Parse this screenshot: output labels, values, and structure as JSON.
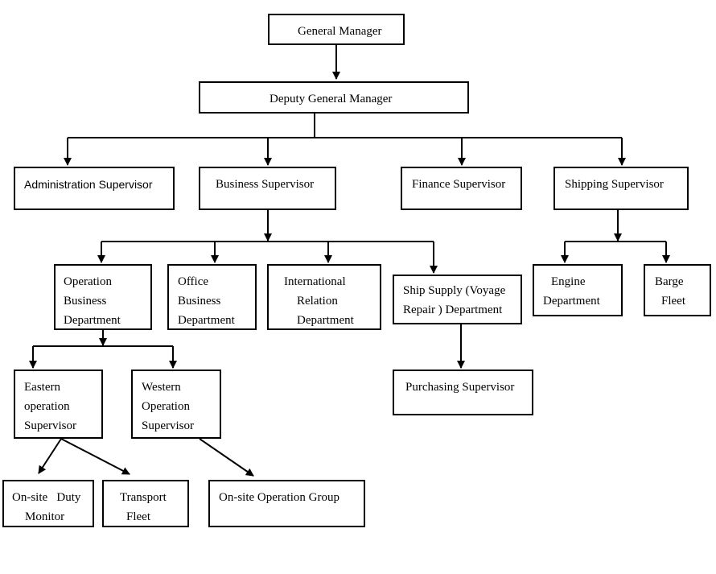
{
  "colors": {
    "line": "#000000",
    "background": "#ffffff",
    "text": "#000000"
  },
  "nodes": {
    "general_manager": {
      "lines": [
        "General Manager"
      ]
    },
    "deputy_general_manager": {
      "lines": [
        "Deputy General Manager"
      ]
    },
    "administration_supervisor": {
      "lines": [
        "Administration Supervisor"
      ]
    },
    "business_supervisor": {
      "lines": [
        "Business Supervisor"
      ]
    },
    "finance_supervisor": {
      "lines": [
        "Finance Supervisor"
      ]
    },
    "shipping_supervisor": {
      "lines": [
        "Shipping Supervisor"
      ]
    },
    "operation_business_department": {
      "lines": [
        "Operation",
        "Business",
        "Department"
      ]
    },
    "office_business_department": {
      "lines": [
        "Office",
        "Business",
        "Department"
      ]
    },
    "international_relation_department": {
      "lines": [
        "International",
        "Relation",
        "Department"
      ]
    },
    "ship_supply_department": {
      "lines": [
        "Ship Supply (Voyage",
        "Repair ) Department"
      ]
    },
    "engine_department": {
      "lines": [
        "Engine",
        "Department"
      ]
    },
    "barge_fleet": {
      "lines": [
        "Barge",
        "Fleet"
      ]
    },
    "eastern_operation_supervisor": {
      "lines": [
        "Eastern",
        "operation",
        "Supervisor"
      ]
    },
    "western_operation_supervisor": {
      "lines": [
        "Western",
        "Operation",
        "Supervisor"
      ]
    },
    "purchasing_supervisor": {
      "lines": [
        "Purchasing Supervisor"
      ]
    },
    "onsite_duty_monitor": {
      "lines": [
        "On-site   Duty",
        "Monitor"
      ]
    },
    "transport_fleet": {
      "lines": [
        "Transport",
        "Fleet"
      ]
    },
    "onsite_operation_group": {
      "lines": [
        "On-site Operation Group"
      ]
    }
  },
  "edges": [
    {
      "from": "general_manager",
      "to": "deputy_general_manager"
    },
    {
      "from": "deputy_general_manager",
      "to": "administration_supervisor"
    },
    {
      "from": "deputy_general_manager",
      "to": "business_supervisor"
    },
    {
      "from": "deputy_general_manager",
      "to": "finance_supervisor"
    },
    {
      "from": "deputy_general_manager",
      "to": "shipping_supervisor"
    },
    {
      "from": "business_supervisor",
      "to": "operation_business_department"
    },
    {
      "from": "business_supervisor",
      "to": "office_business_department"
    },
    {
      "from": "business_supervisor",
      "to": "international_relation_department"
    },
    {
      "from": "business_supervisor",
      "to": "ship_supply_department"
    },
    {
      "from": "shipping_supervisor",
      "to": "engine_department"
    },
    {
      "from": "shipping_supervisor",
      "to": "barge_fleet"
    },
    {
      "from": "operation_business_department",
      "to": "eastern_operation_supervisor"
    },
    {
      "from": "operation_business_department",
      "to": "western_operation_supervisor"
    },
    {
      "from": "ship_supply_department",
      "to": "purchasing_supervisor"
    },
    {
      "from": "eastern_operation_supervisor",
      "to": "onsite_duty_monitor"
    },
    {
      "from": "eastern_operation_supervisor",
      "to": "transport_fleet"
    },
    {
      "from": "western_operation_supervisor",
      "to": "onsite_operation_group"
    }
  ]
}
